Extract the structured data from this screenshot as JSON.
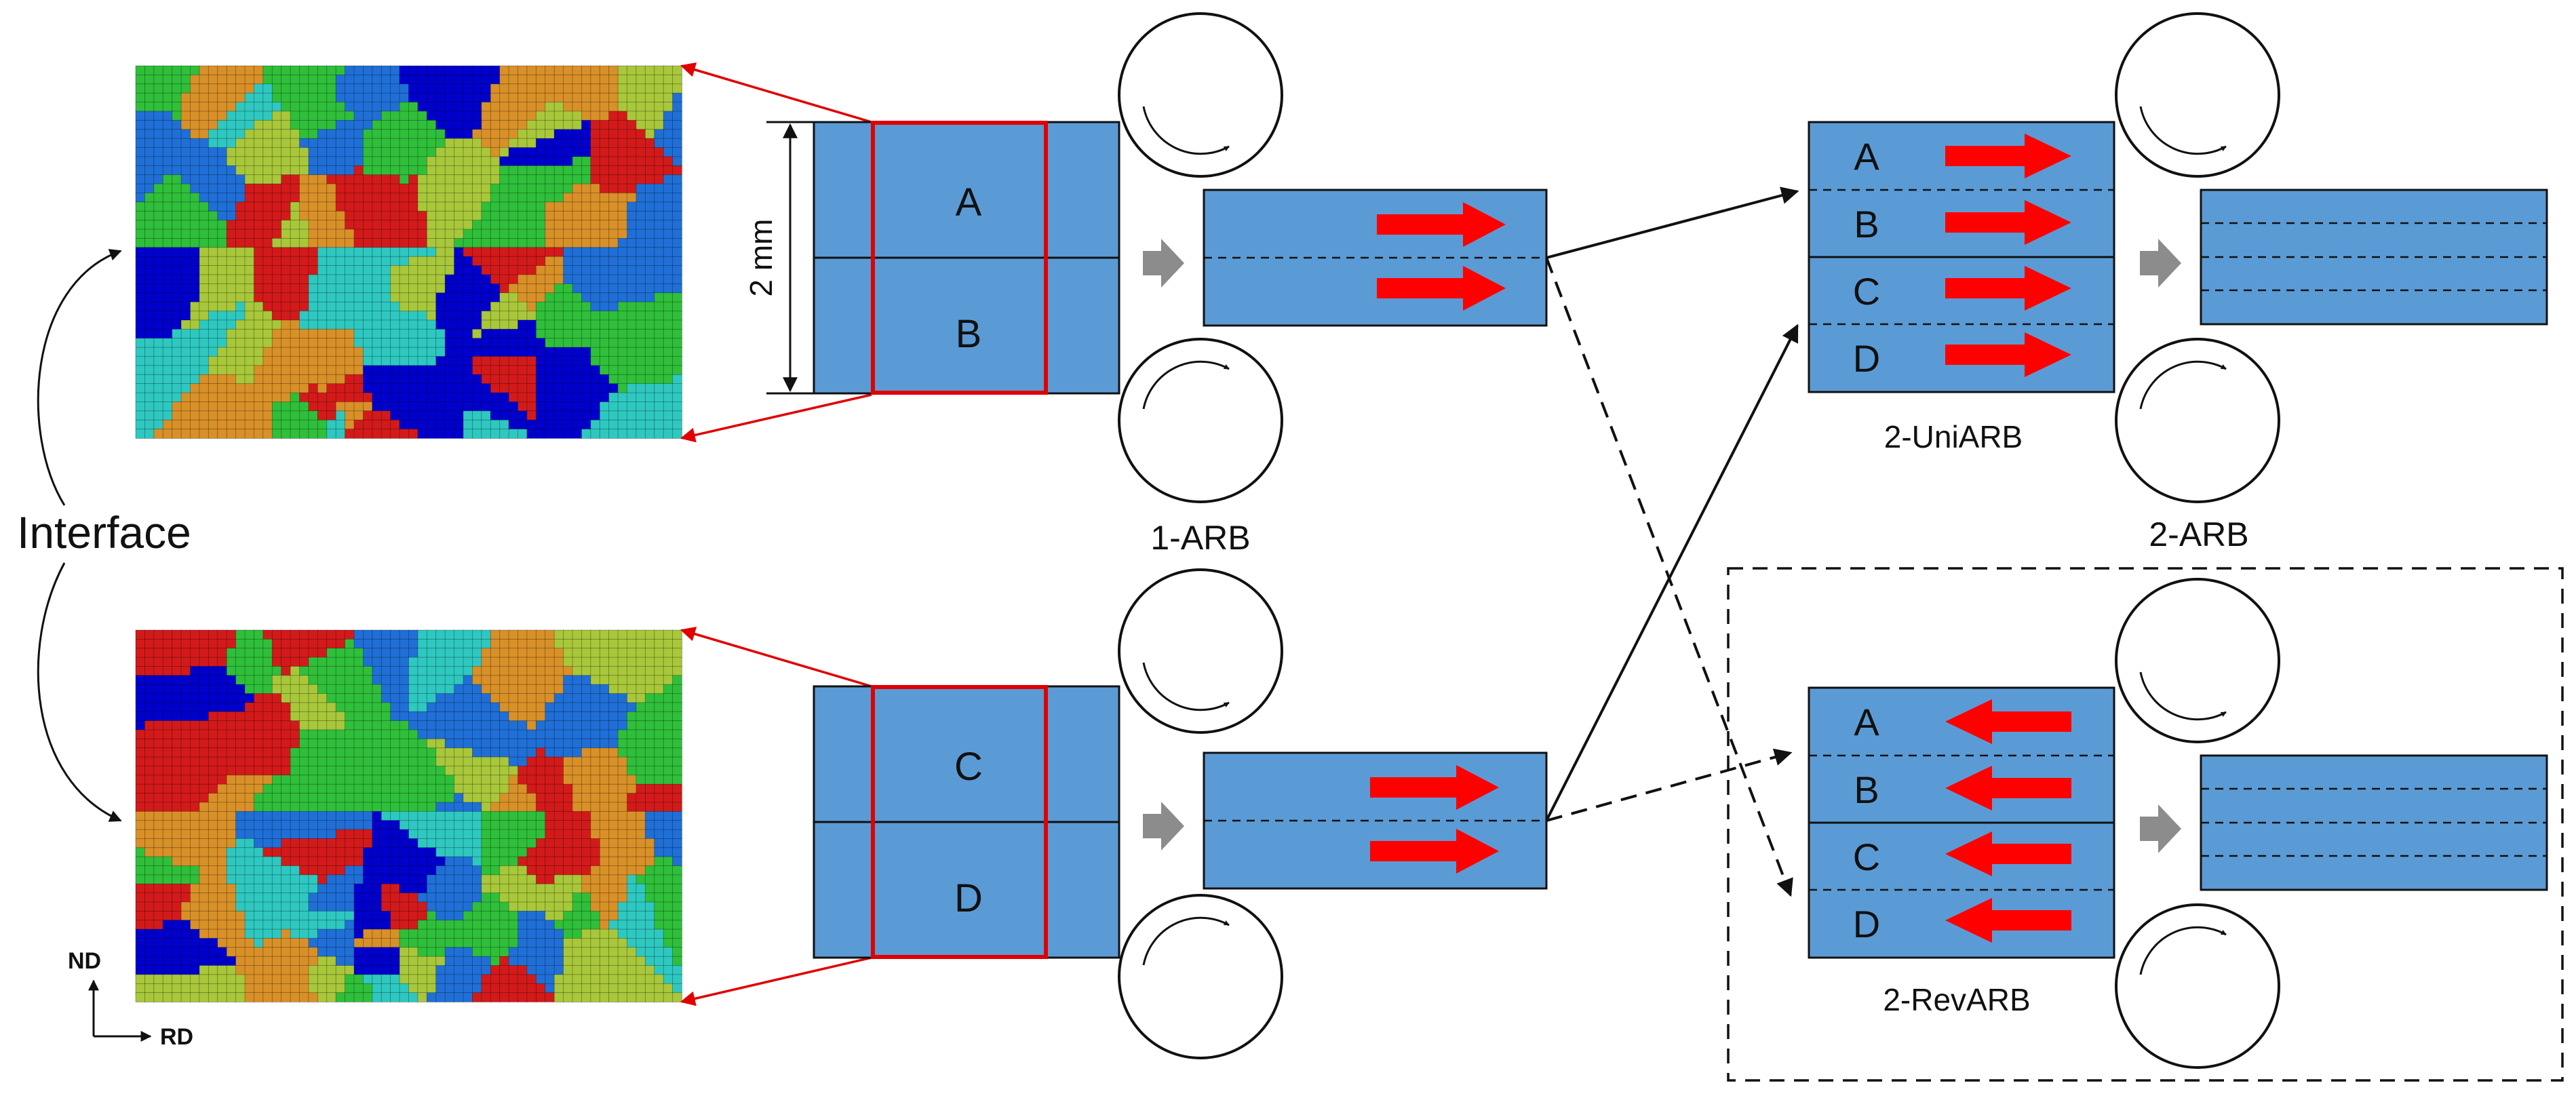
{
  "labels": {
    "interface": "Interface",
    "dimension": "2 mm",
    "nd": "ND",
    "rd": "RD",
    "step_1": "1-ARB",
    "step_2": "2-ARB",
    "uni": "2-UniARB",
    "rev": "2-RevARB"
  },
  "stack_top": [
    "A",
    "B"
  ],
  "stack_bottom": [
    "C",
    "D"
  ],
  "layers_uni": [
    "A",
    "B",
    "C",
    "D"
  ],
  "layers_rev": [
    "A",
    "B",
    "C",
    "D"
  ],
  "colors": {
    "sheet": "#5b9bd5",
    "outline": "#111111",
    "arrow_red": "#ff0000",
    "arrow_gray": "#8c8c8c",
    "grain_palette": [
      "#0000cc",
      "#1f6fd6",
      "#2ec8c0",
      "#2fbf3a",
      "#a8c73a",
      "#d89028",
      "#d31a1a"
    ]
  }
}
